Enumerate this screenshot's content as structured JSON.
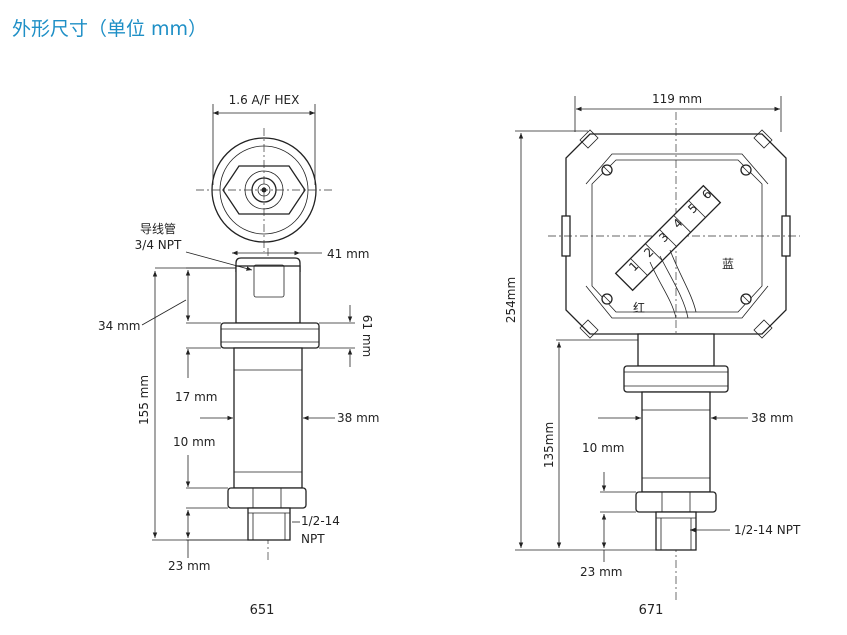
{
  "title": "外形尺寸（单位 mm）",
  "model_651": {
    "caption": "651",
    "hex_label": "1.6 A/F HEX",
    "conduit_label_line1": "导线管",
    "conduit_label_line2": "3/4 NPT",
    "dim_41": "41 mm",
    "dim_34": "34 mm",
    "dim_61": "61 mm",
    "dim_155": "155 mm",
    "dim_17": "17 mm",
    "dim_38": "38 mm",
    "dim_10": "10 mm",
    "dim_23": "23 mm",
    "npt_line1": "1/2-14",
    "npt_line2": "NPT"
  },
  "model_671": {
    "caption": "671",
    "dim_119": "119 mm",
    "dim_254": "254mm",
    "dim_135": "135mm",
    "dim_38": "38 mm",
    "dim_10": "10 mm",
    "dim_23": "23 mm",
    "npt": "1/2-14 NPT",
    "terminals": [
      "1",
      "2",
      "3",
      "4",
      "5",
      "6"
    ],
    "wire_red": "红",
    "wire_blue": "蓝"
  }
}
